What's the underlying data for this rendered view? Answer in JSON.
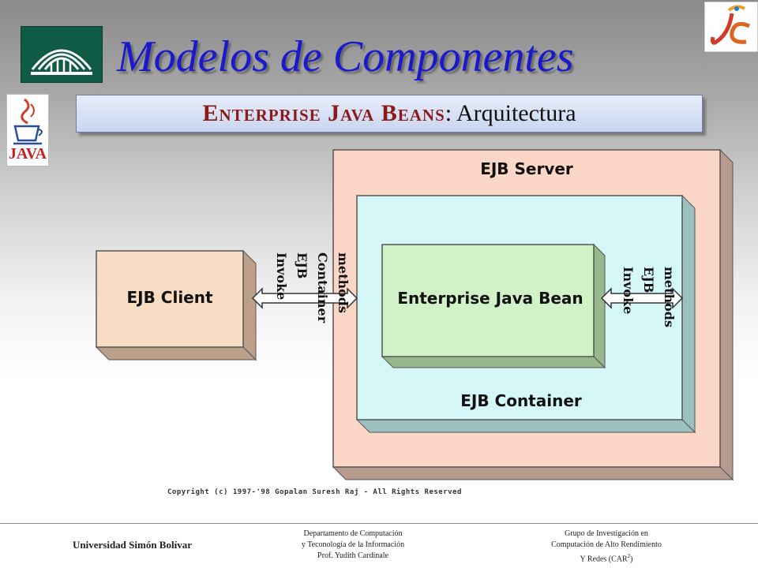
{
  "header": {
    "title": "Modelos de Componentes",
    "subtitle_main": "Enterprise Java Beans",
    "subtitle_sep": ":",
    "subtitle_rest": " Arquitectura"
  },
  "logos": {
    "usb": "usb-logo",
    "jc": "jc-logo",
    "java": "java-logo",
    "java_text": "JAVA"
  },
  "diagram": {
    "server_label": "EJB Server",
    "container_label": "EJB Container",
    "client_label": "EJB Client",
    "bean_label": "Enterprise Java Bean",
    "left_arrow_lines": [
      "Invoke",
      "EJB",
      "Container",
      "methods"
    ],
    "right_arrow_lines": [
      "Invoke",
      "EJB",
      "methods"
    ],
    "copyright": "Copyright (c) 1997-'98 Gopalan Suresh Raj - All Rights Reserved",
    "colors": {
      "server": "#fcd7c8",
      "container": "#d6f7f7",
      "client": "#f9dcc4",
      "bean": "#d0f2c6"
    }
  },
  "footer": {
    "university": "Universidad Simón Bolívar",
    "dept_lines": [
      "Departamento de Computación",
      "y Teconología de la Información",
      "Prof. Yudith Cardinale"
    ],
    "group_line1": "Grupo de Investigación en",
    "group_line2": "Computación de Alto Rendimiento",
    "group_line3": "Y Redes (CAR",
    "group_sup": "2",
    "group_close": ")"
  }
}
